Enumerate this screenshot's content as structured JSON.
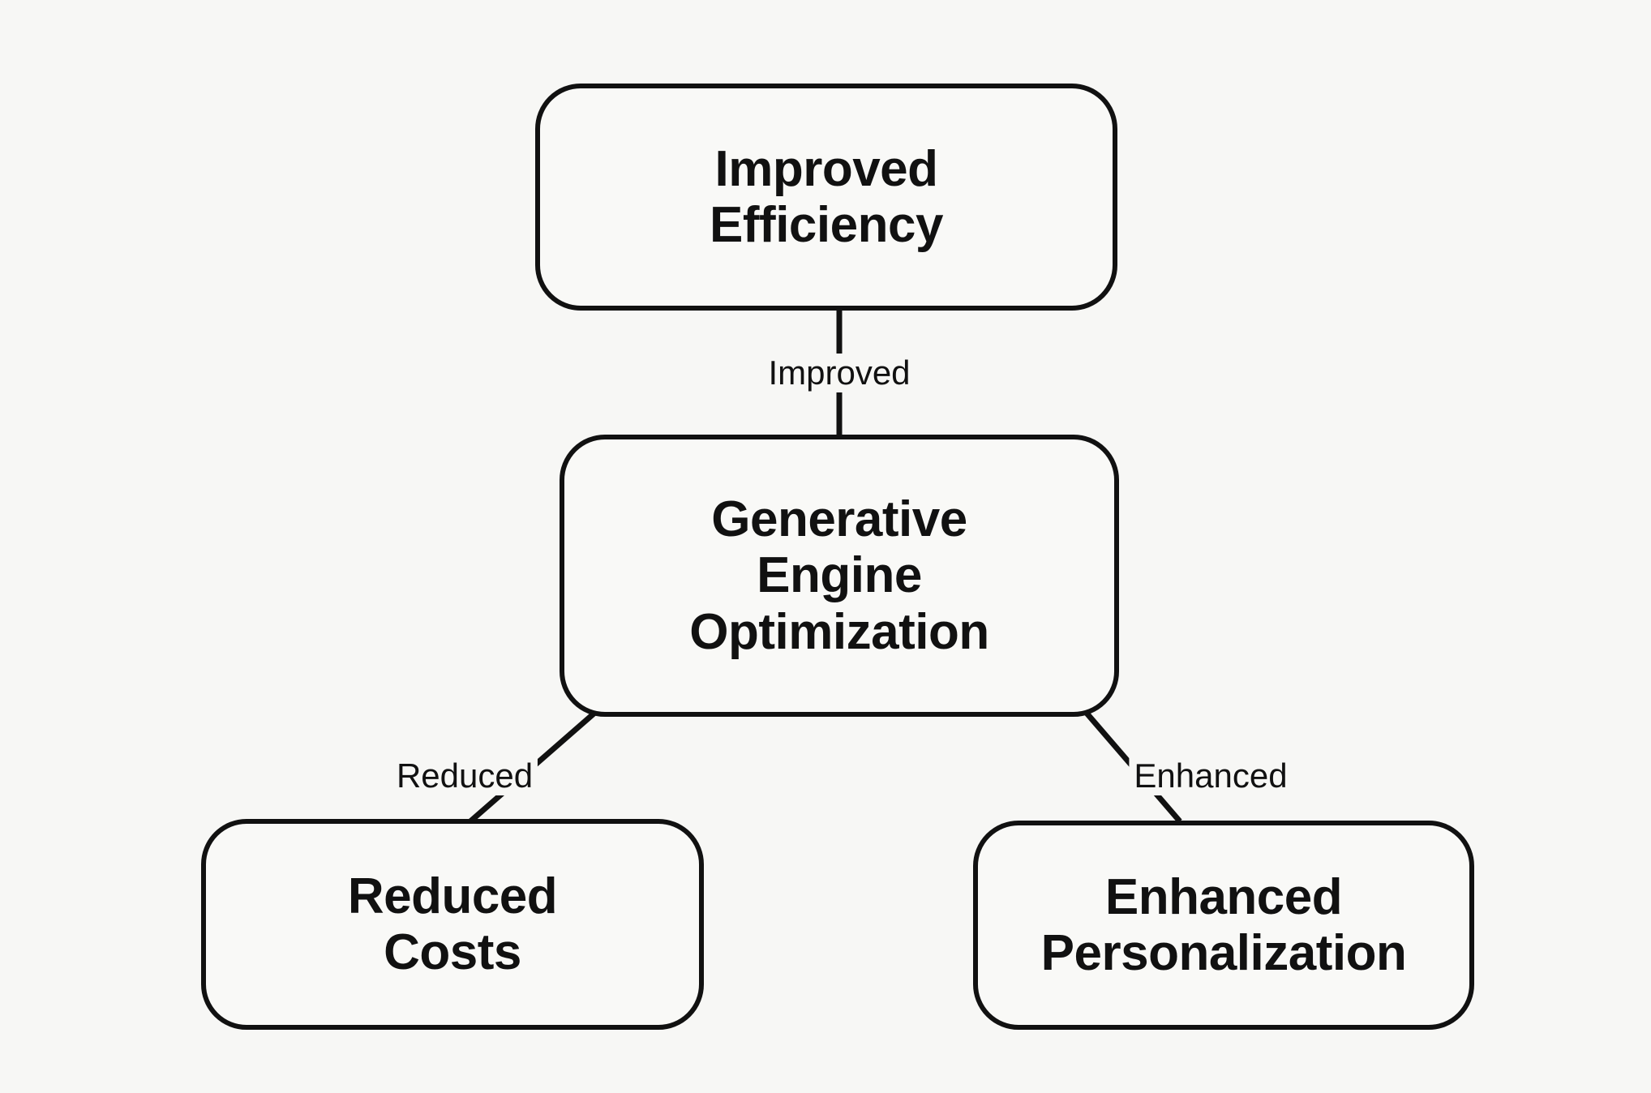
{
  "diagram": {
    "title": "Generative Engine Optimization benefits flowchart",
    "background_color": "#f7f7f5",
    "stroke_color": "#111111",
    "node_fill_color": "#f9f9f7",
    "nodes": [
      {
        "id": "improved-efficiency",
        "label": "Improved\nEfficiency"
      },
      {
        "id": "generative-engine-optimization",
        "label": "Generative\nEngine\nOptimization"
      },
      {
        "id": "reduced-costs",
        "label": "Reduced\nCosts"
      },
      {
        "id": "enhanced-personalization",
        "label": "Enhanced\nPersonalization"
      }
    ],
    "edges": [
      {
        "id": "edge-improved",
        "label": "Improved",
        "from": "improved-efficiency",
        "to": "generative-engine-optimization"
      },
      {
        "id": "edge-reduced",
        "label": "Reduced",
        "from": "generative-engine-optimization",
        "to": "reduced-costs"
      },
      {
        "id": "edge-enhanced",
        "label": "Enhanced",
        "from": "generative-engine-optimization",
        "to": "enhanced-personalization"
      }
    ]
  }
}
